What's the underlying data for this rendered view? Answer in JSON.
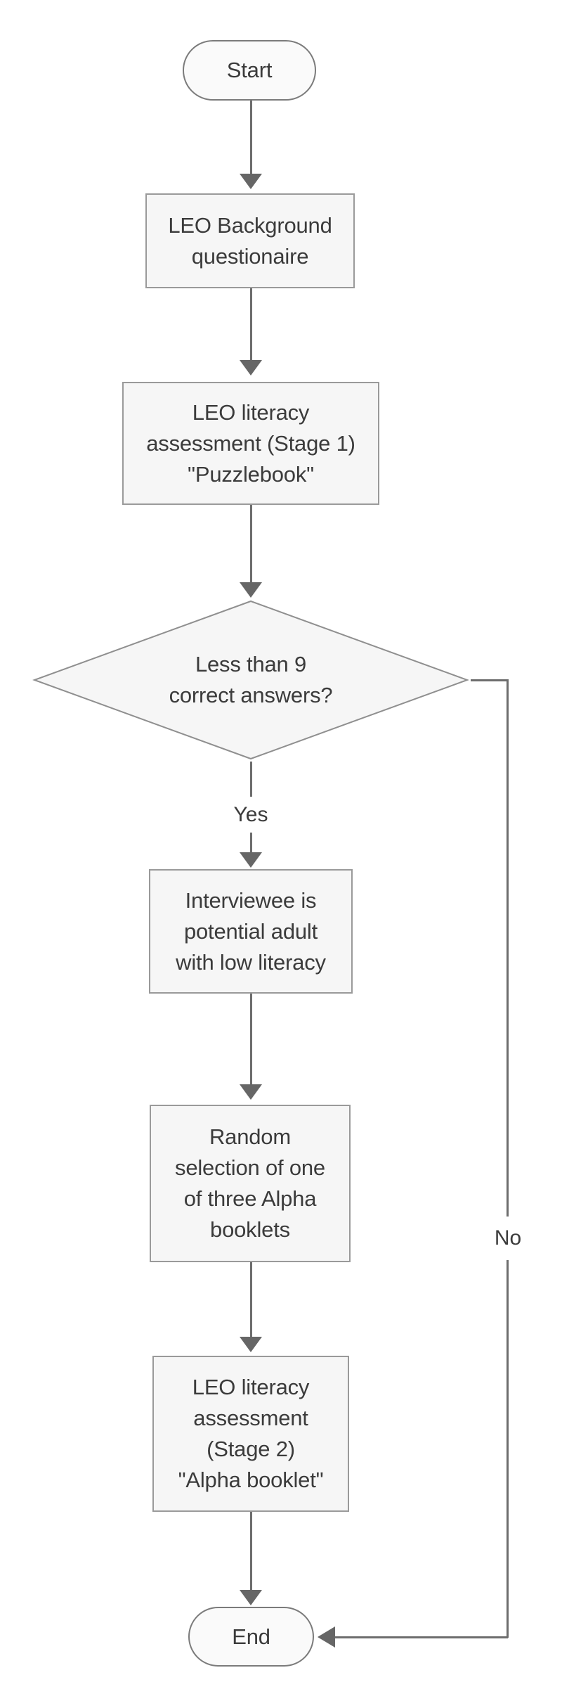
{
  "diagram": {
    "type": "flowchart",
    "nodes": {
      "start": "Start",
      "questionnaire": "LEO Background\nquestionaire",
      "stage1": "LEO literacy\nassessment (Stage 1)\n\"Puzzlebook\"",
      "decision": "Less than 9\ncorrect answers?",
      "interviewee": "Interviewee is\npotential adult\nwith low literacy",
      "random_selection": "Random\nselection of one\nof three Alpha\nbooklets",
      "stage2": "LEO literacy\nassessment\n(Stage 2)\n\"Alpha booklet\"",
      "end": "End"
    },
    "edge_labels": {
      "yes": "Yes",
      "no": "No"
    },
    "colors": {
      "background": "#ffffff",
      "process_fill": "#f6f6f6",
      "process_border": "#9a9a9a",
      "terminator_fill": "#fafafa",
      "terminator_border": "#7b7b7b",
      "diamond_fill": "#f6f6f6",
      "diamond_border": "#8f8f8f",
      "connector_line": "#6d6d6d",
      "arrowhead": "#666666",
      "text": "#3b3b3b"
    }
  }
}
